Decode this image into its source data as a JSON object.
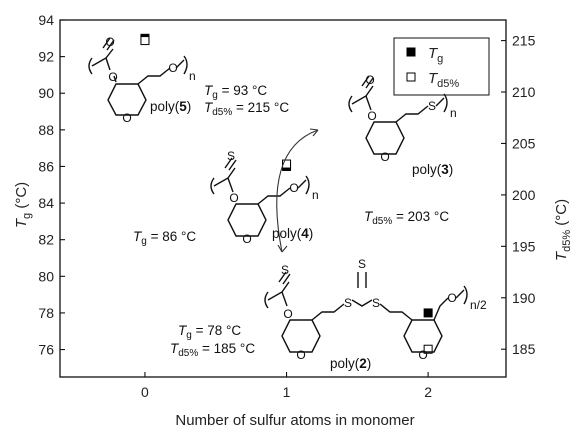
{
  "chart_data": {
    "type": "scatter",
    "xlabel": "Number of sulfur atoms in monomer",
    "ylabel_left": {
      "main": "T",
      "sub": "g",
      "unit": " (°C)"
    },
    "ylabel_right": {
      "main": "T",
      "sub": "d5%",
      "unit": " (°C)"
    },
    "x_ticks": [
      "0",
      "1",
      "2"
    ],
    "xlim": [
      -0.6,
      2.55
    ],
    "ylim_left": [
      74.5,
      94
    ],
    "ylim_right": [
      182.3,
      217
    ],
    "left_ticks": [
      76,
      78,
      80,
      82,
      84,
      86,
      88,
      90,
      92,
      94
    ],
    "right_ticks": [
      185,
      190,
      195,
      200,
      205,
      210,
      215
    ],
    "grid": false,
    "legend_position": "top-right",
    "series": [
      {
        "name_main": "T",
        "name_sub": "g",
        "marker": "filled-square",
        "axis": "left",
        "points": [
          {
            "x": 0,
            "y": 93
          },
          {
            "x": 1,
            "y": 86
          },
          {
            "x": 2,
            "y": 78
          }
        ]
      },
      {
        "name_main": "T",
        "name_sub": "d5%",
        "marker": "open-square",
        "axis": "right",
        "points": [
          {
            "x": 0,
            "y": 215
          },
          {
            "x": 1,
            "y": 203
          },
          {
            "x": 2,
            "y": 185
          }
        ]
      }
    ],
    "annotations": [
      {
        "id": "p5",
        "label_prefix": "poly(",
        "label_bold": "5",
        "label_suffix": ")",
        "lines": [
          [
            "T",
            "g",
            " = 93 °C"
          ],
          [
            "T",
            "d5%",
            " = 215 °C"
          ]
        ]
      },
      {
        "id": "p3",
        "label_prefix": "poly(",
        "label_bold": "3",
        "label_suffix": ")",
        "lines": [
          [
            "T",
            "d5%",
            " = 203 °C"
          ]
        ]
      },
      {
        "id": "p4",
        "label_prefix": "poly(",
        "label_bold": "4",
        "label_suffix": ")",
        "lines": [
          [
            "T",
            "g",
            " = 86 °C"
          ]
        ]
      },
      {
        "id": "p2",
        "label_prefix": "poly(",
        "label_bold": "2",
        "label_suffix": ")",
        "lines": [
          [
            "T",
            "g",
            " = 78 °C"
          ],
          [
            "T",
            "d5%",
            " = 185 °C"
          ]
        ]
      }
    ],
    "structure_text": {
      "oxygen": "O",
      "sulfur": "S",
      "repeat_n": "n",
      "repeat_half": "n/2"
    }
  }
}
